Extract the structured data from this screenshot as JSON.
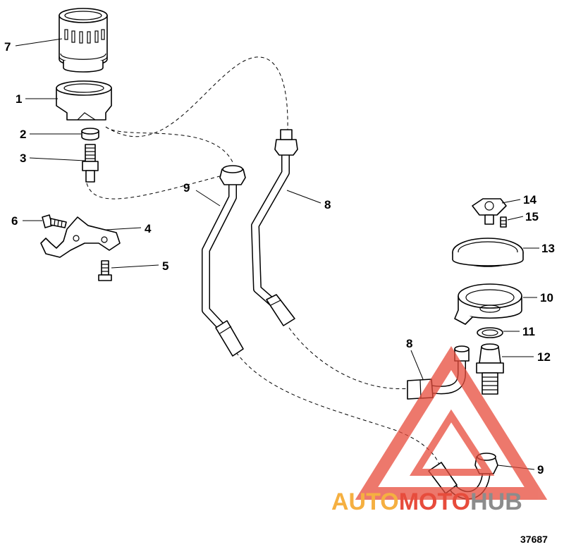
{
  "callouts": [
    {
      "id": "7",
      "label": "7"
    },
    {
      "id": "1",
      "label": "1"
    },
    {
      "id": "2",
      "label": "2"
    },
    {
      "id": "3",
      "label": "3"
    },
    {
      "id": "6",
      "label": "6"
    },
    {
      "id": "4",
      "label": "4"
    },
    {
      "id": "5",
      "label": "5"
    },
    {
      "id": "9a",
      "label": "9"
    },
    {
      "id": "8a",
      "label": "8"
    },
    {
      "id": "14",
      "label": "14"
    },
    {
      "id": "15",
      "label": "15"
    },
    {
      "id": "13",
      "label": "13"
    },
    {
      "id": "10",
      "label": "10"
    },
    {
      "id": "11",
      "label": "11"
    },
    {
      "id": "12",
      "label": "12"
    },
    {
      "id": "8b",
      "label": "8"
    },
    {
      "id": "9b",
      "label": "9"
    }
  ],
  "figure_number": "37687",
  "watermark": {
    "part1": "AUTO",
    "part2": "MOTO",
    "part3": "HUB",
    "color_orange": "#f5b041",
    "color_red": "#e74c3c",
    "color_gray": "#8c8c8c"
  }
}
